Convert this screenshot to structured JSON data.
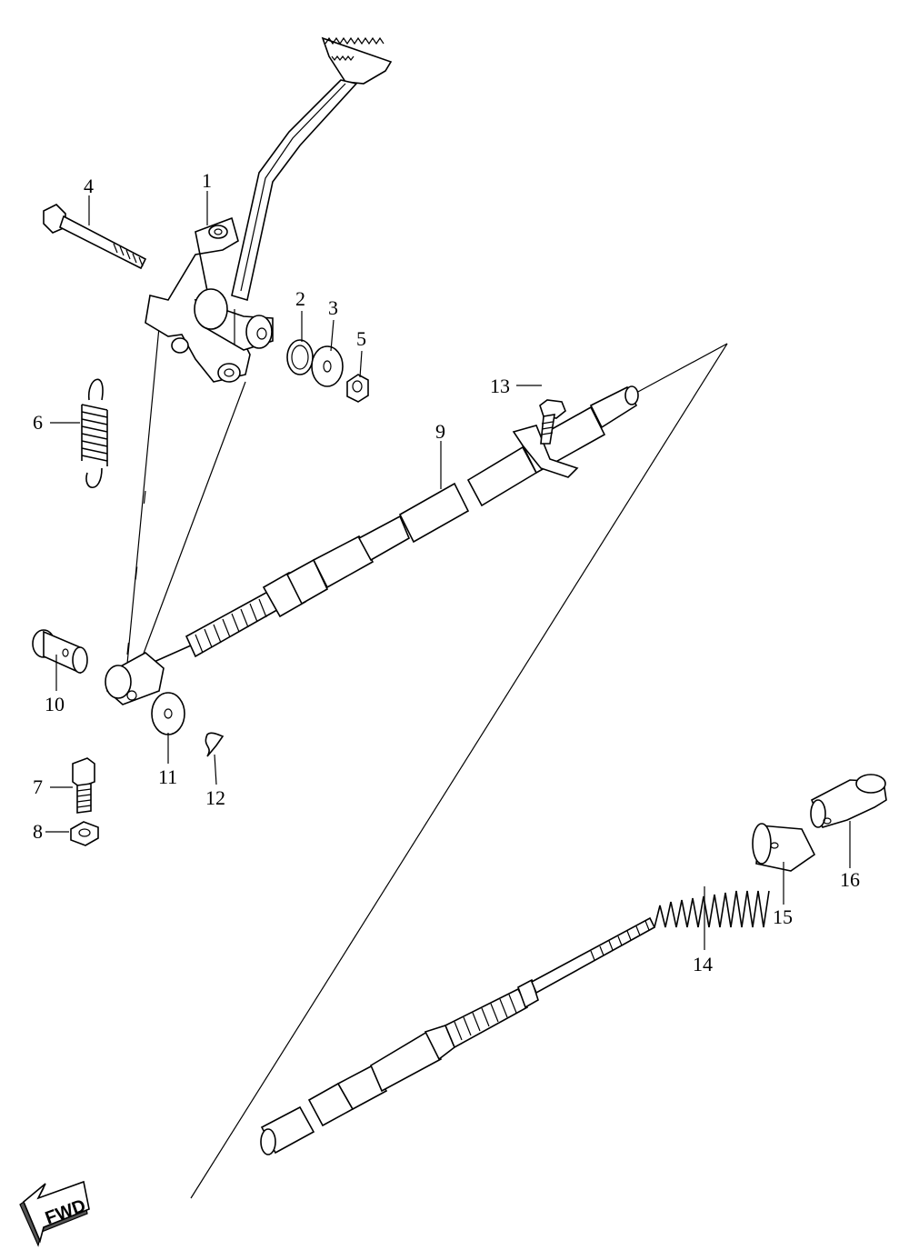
{
  "diagram": {
    "callouts": [
      {
        "id": "1",
        "text": "1"
      },
      {
        "id": "2",
        "text": "2"
      },
      {
        "id": "3",
        "text": "3"
      },
      {
        "id": "4",
        "text": "4"
      },
      {
        "id": "5",
        "text": "5"
      },
      {
        "id": "6",
        "text": "6"
      },
      {
        "id": "7",
        "text": "7"
      },
      {
        "id": "8",
        "text": "8"
      },
      {
        "id": "9",
        "text": "9"
      },
      {
        "id": "10",
        "text": "10"
      },
      {
        "id": "11",
        "text": "11"
      },
      {
        "id": "12",
        "text": "12"
      },
      {
        "id": "13",
        "text": "13"
      },
      {
        "id": "14",
        "text": "14"
      },
      {
        "id": "15",
        "text": "15"
      },
      {
        "id": "16",
        "text": "16"
      }
    ],
    "direction_arrow": {
      "label": "FWD"
    }
  }
}
